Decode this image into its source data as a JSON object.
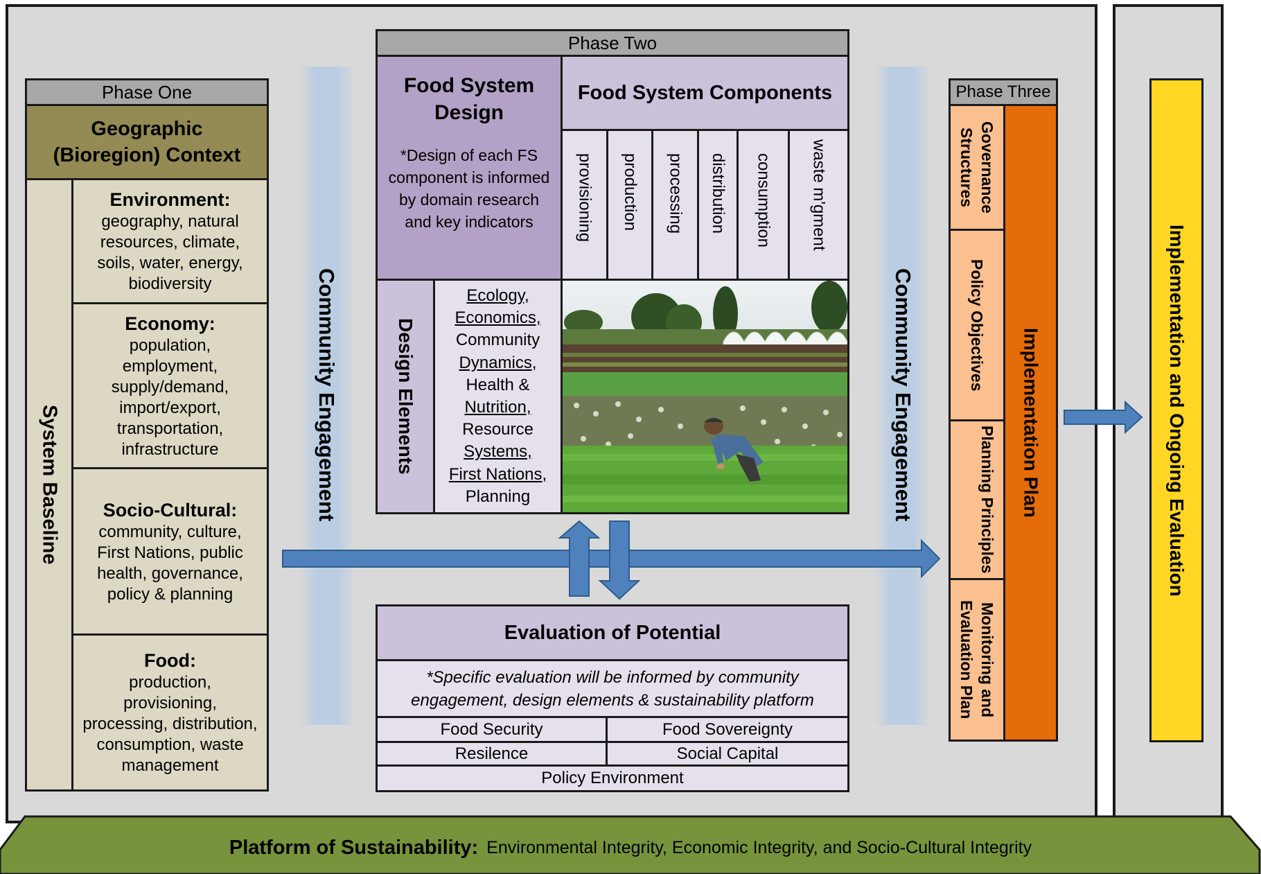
{
  "phase_one": {
    "header": "Phase One",
    "title_line1": "Geographic",
    "title_line2": "(Bioregion) Context",
    "baseline_label": "System Baseline",
    "sections": [
      {
        "title": "Environment:",
        "lines": [
          "geography, natural",
          "resources, climate,",
          "soils, water, energy,",
          "biodiversity"
        ]
      },
      {
        "title": "Economy:",
        "lines": [
          "population,",
          "employment,",
          "supply/demand,",
          "import/export,",
          "transportation,",
          "infrastructure"
        ]
      },
      {
        "title": "Socio-Cultural:",
        "lines": [
          "community, culture,",
          "First Nations, public",
          "health, governance,",
          "policy & planning"
        ]
      },
      {
        "title": "Food:",
        "lines": [
          "production,",
          "provisioning,",
          "processing, distribution,",
          "consumption, waste",
          "management"
        ]
      }
    ]
  },
  "community_engagement": {
    "left": "Community Engagement",
    "right": "Community Engagement"
  },
  "phase_two": {
    "header": "Phase Two",
    "design_title": "Food System Design",
    "design_note": "*Design of each FS component is informed by domain research and key indicators",
    "components_title": "Food System Components",
    "components": [
      "provisioning",
      "production",
      "processing",
      "distribution",
      "consumption",
      "waste m'gment"
    ],
    "design_elements_label": "Design Elements",
    "design_elements": [
      {
        "text": "Ecology,",
        "underline": true
      },
      {
        "text": "Economics,",
        "underline": true
      },
      {
        "text": "Community",
        "underline": false
      },
      {
        "text": "Dynamics,",
        "underline": true
      },
      {
        "text": "Health &",
        "underline": false
      },
      {
        "text": "Nutrition,",
        "underline": true
      },
      {
        "text": "Resource",
        "underline": false
      },
      {
        "text": "Systems,",
        "underline": true
      },
      {
        "text": "First Nations,",
        "underline": true
      },
      {
        "text": "Planning",
        "underline": false
      }
    ]
  },
  "evaluation": {
    "title": "Evaluation of Potential",
    "note": "*Specific evaluation will be informed by community engagement, design elements & sustainability platform",
    "cells": [
      "Food Security",
      "Food Sovereignty",
      "Resilence",
      "Social Capital"
    ],
    "bottom": "Policy Environment"
  },
  "phase_three": {
    "header": "Phase Three",
    "items": [
      "Governance Structures",
      "Policy Objectives",
      "Planning Principles",
      "Monitoring and Evaluation Plan"
    ],
    "plan_label": "Implementation Plan"
  },
  "ongoing": {
    "label": "Implementation and Ongoing Evaluation"
  },
  "platform": {
    "bold": "Platform of Sustainability:",
    "text": "Environmental Integrity, Economic Integrity, and Socio-Cultural Integrity"
  },
  "colors": {
    "background": "#d9d9d9",
    "olive": "#948a54",
    "tan": "#ddd8c4",
    "purple": "#b3a2c7",
    "lilac": "#ccc1da",
    "peach": "#fac090",
    "orange": "#e46c0a",
    "yellow": "#ffd624",
    "arrow": "#4f81bd",
    "platform": "#77933c"
  }
}
